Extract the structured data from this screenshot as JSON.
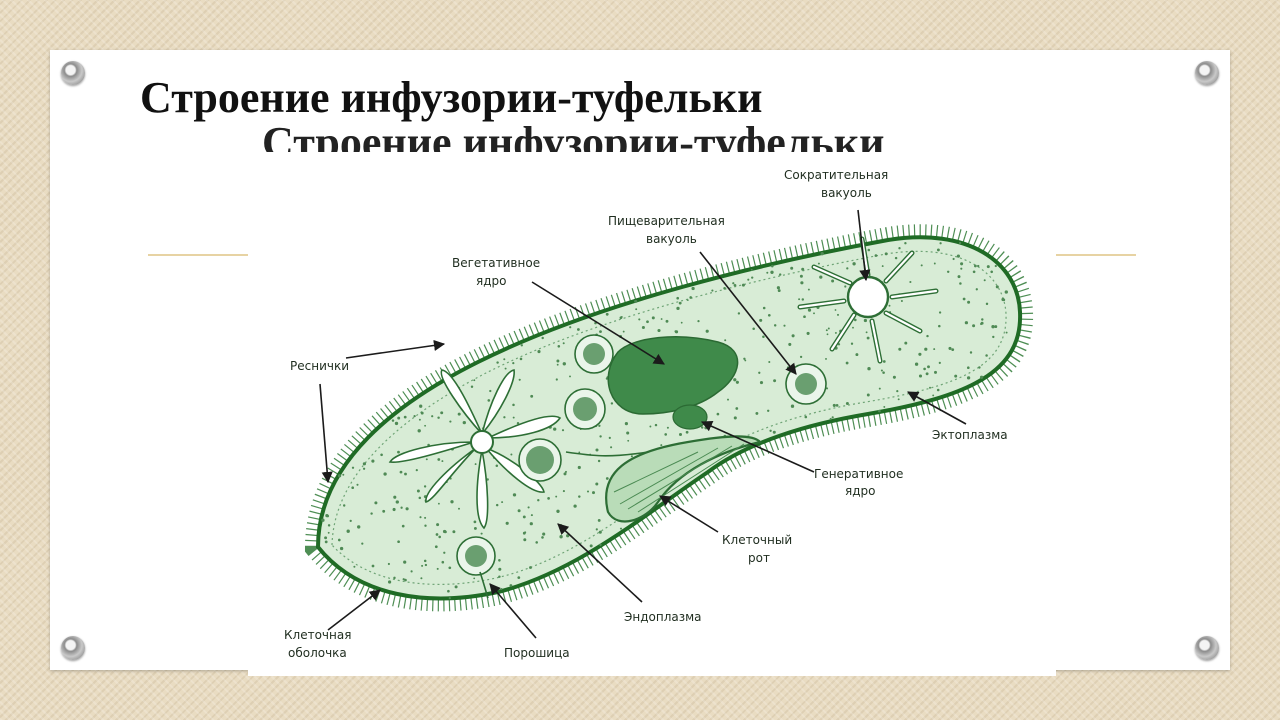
{
  "slide": {
    "title": "Строение инфузории-туфельки",
    "title_echo": "Строение инфузории-туфельки"
  },
  "diagram": {
    "labels": {
      "contractile_vacuole_1": "Сократительная",
      "contractile_vacuole_2": "вакуоль",
      "digestive_vacuole_1": "Пищеварительная",
      "digestive_vacuole_2": "вакуоль",
      "macronucleus_1": "Вегетативное",
      "macronucleus_2": "ядро",
      "cilia": "Реснички",
      "ectoplasm": "Эктоплазма",
      "micronucleus_1": "Генеративное",
      "micronucleus_2": "ядро",
      "cell_mouth_1": "Клеточный",
      "cell_mouth_2": "рот",
      "endoplasm": "Эндоплазма",
      "cell_membrane_1": "Клеточная",
      "cell_membrane_2": "оболочка",
      "anal_pore": "Порошица"
    },
    "colors": {
      "membrane": "#1f6b25",
      "cytoplasm": "#d8ecd6",
      "nucleus": "#3f8a4a",
      "vacuole_ring": "#2d6e35",
      "label_text": "#1f2d1f"
    }
  }
}
